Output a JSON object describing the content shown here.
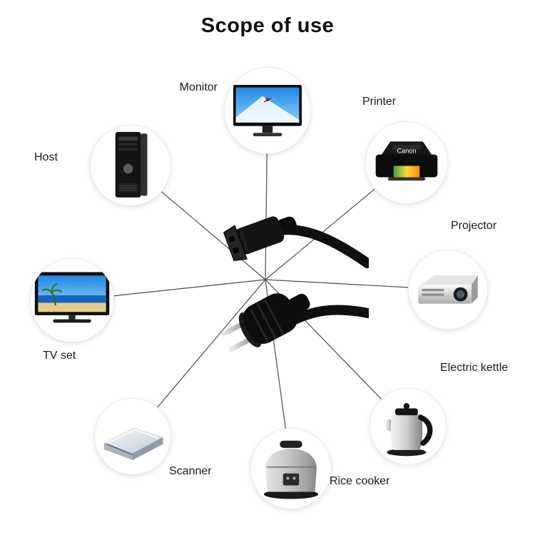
{
  "title": "Scope of use",
  "devices": [
    {
      "id": "monitor",
      "label": "Monitor"
    },
    {
      "id": "printer",
      "label": "Printer",
      "brand": "Canon"
    },
    {
      "id": "projector",
      "label": "Projector"
    },
    {
      "id": "electric_kettle",
      "label": "Electric kettle"
    },
    {
      "id": "rice_cooker",
      "label": "Rice cooker"
    },
    {
      "id": "scanner",
      "label": "Scanner"
    },
    {
      "id": "tv_set",
      "label": "TV set"
    },
    {
      "id": "host",
      "label": "Host"
    }
  ],
  "center_item": "power-cord-with-schuko-plug-and-c13-connector",
  "colors": {
    "background": "#ffffff",
    "title_text": "#111111",
    "connector_line": "#4d4d4d",
    "label_text": "#1b1b1b",
    "cable_black": "#0f0f0f"
  }
}
